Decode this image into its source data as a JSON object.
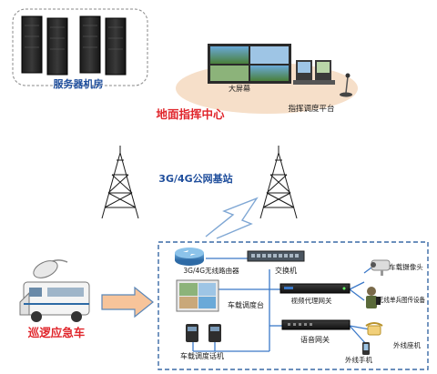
{
  "labels": {
    "server_room": "服务器机房",
    "big_screen": "大屏幕",
    "dispatch_platform": "指挥调度平台",
    "ground_center": "地面指挥中心",
    "base_station": "3G/4G公网基站",
    "wireless_router": "3G/4G无线路由器",
    "switch": "交换机",
    "vehicle_camera": "车载摄像头",
    "video_gateway": "视频代理网关",
    "soldier_device": "无线单兵图传设备",
    "vehicle_console": "车载调度台",
    "voice_gateway": "语音网关",
    "external_landline": "外线座机",
    "vehicle_phone": "车载调度话机",
    "external_mobile": "外线手机",
    "patrol_vehicle": "巡逻应急车"
  },
  "colors": {
    "accent_red": "#e0252b",
    "label_blue": "#1f4e9c",
    "link_blue": "#3a78c8",
    "ellipse_fill": "#f6dfc9",
    "arrow_fill": "#f7c49a",
    "arrow_stroke": "#5a86b8"
  }
}
